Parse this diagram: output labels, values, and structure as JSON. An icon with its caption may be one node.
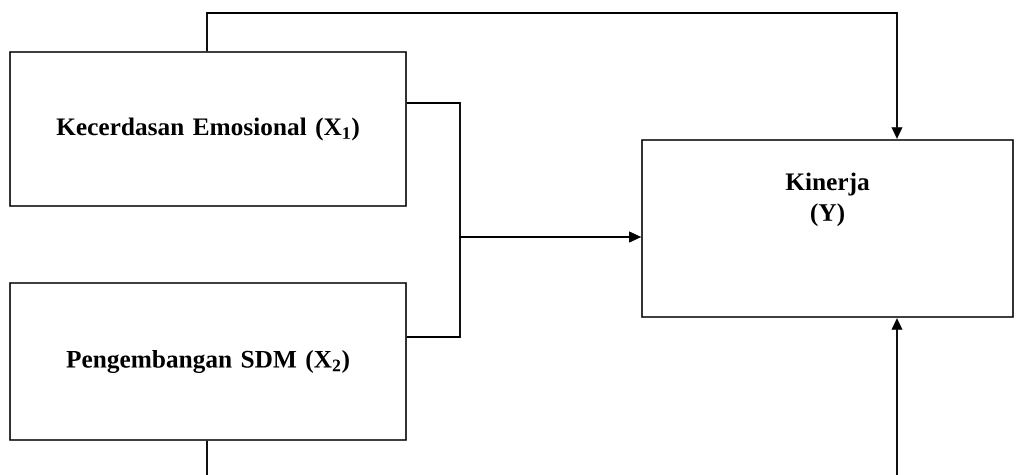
{
  "diagram": {
    "nodes": [
      {
        "text": [
          "Kecerdasan Emosional (X$_{1}$)"
        ]
      },
      {
        "text": [
          "Pengembangan SDM (X$_{2}$)"
        ]
      },
      {
        "text": [
          "Kinerja (Y)"
        ]
      }
    ],
    "edges": [
      {
        "from": 0,
        "to": 2,
        "arrow": "to"
      },
      {
        "from": 1,
        "to": 2,
        "arrow": "to"
      },
      {
        "from": 0,
        "to": 2,
        "arrow": "to"
      },
      {
        "from": 1,
        "to": 2,
        "arrow": "to"
      }
    ]
  }
}
